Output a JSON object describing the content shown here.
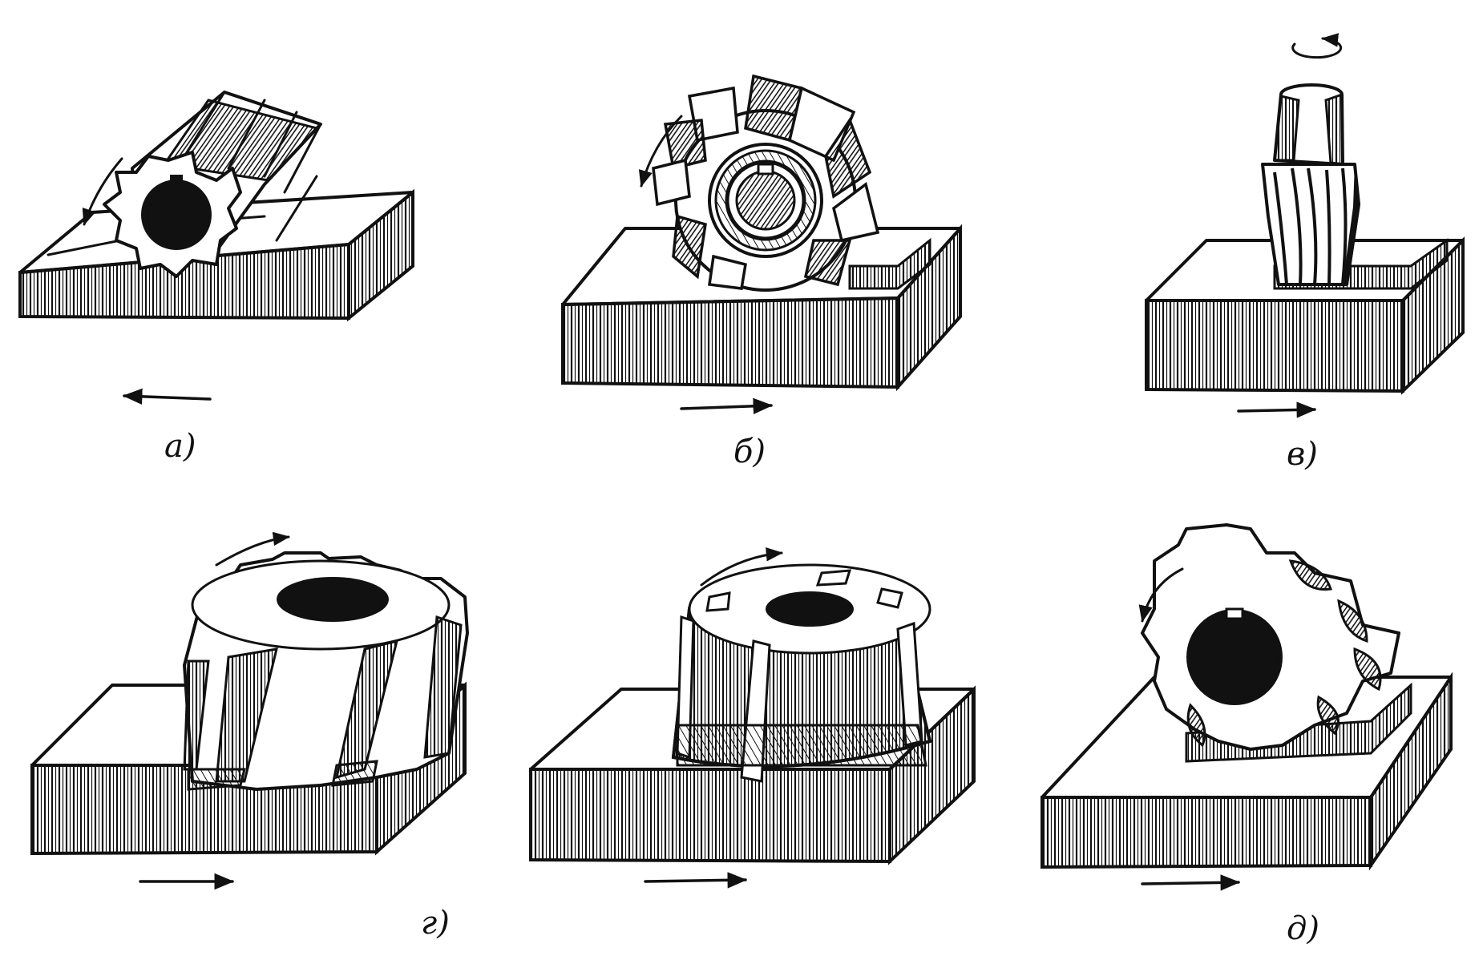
{
  "figures": [
    {
      "id": "a",
      "caption": "а)",
      "tool": "cylindrical-milling-cutter",
      "feed": "left"
    },
    {
      "id": "b",
      "caption": "б)",
      "tool": "disk-milling-cutter-inserted-blades",
      "feed": "right"
    },
    {
      "id": "v",
      "caption": "в)",
      "tool": "end-mill",
      "feed": "right"
    },
    {
      "id": "g",
      "caption": "г)",
      "tool": "face-milling-cutter-helical",
      "feed": "right"
    },
    {
      "id": "d1",
      "caption": "",
      "tool": "face-milling-cutter-inserted-blades",
      "feed": "right"
    },
    {
      "id": "d",
      "caption": "д)",
      "tool": "form-milling-cutter",
      "feed": "right"
    }
  ],
  "colors": {
    "ink": "#111111",
    "paper": "#ffffff"
  }
}
